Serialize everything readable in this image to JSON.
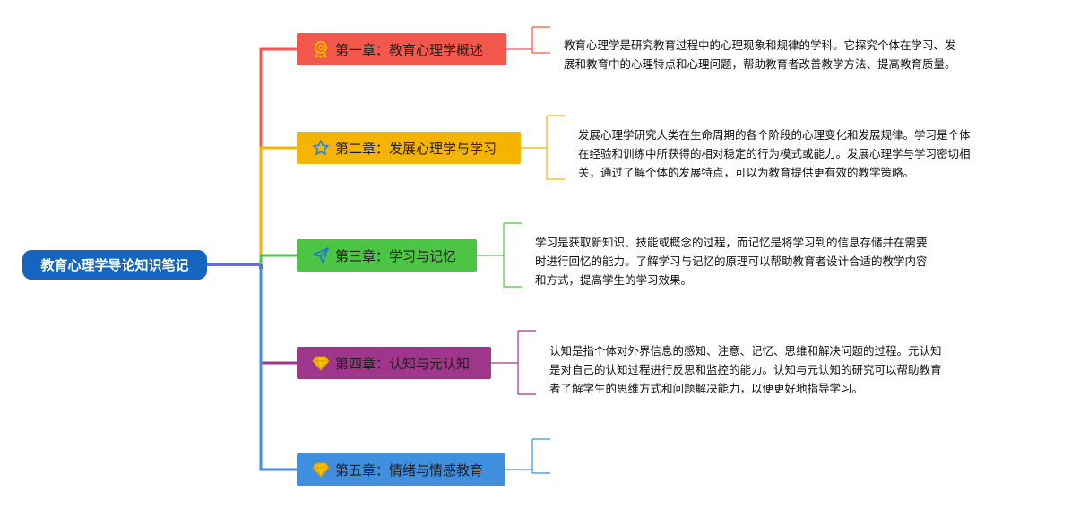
{
  "root": {
    "title": "教育心理学导论知识笔记"
  },
  "chapters": [
    {
      "title": "第一章：教育心理学概述",
      "icon": "ribbon-badge-icon",
      "color": "#f4574b",
      "description": [
        "教育心理学是研究教育过程中的心理现象和规律的学科。它探究个体在学习、发",
        "展和教育中的心理特点和心理问题，帮助教育者改善教学方法、提高教育质量。"
      ]
    },
    {
      "title": "第二章：发展心理学与学习",
      "icon": "star-icon",
      "color": "#f5b400",
      "description": [
        "发展心理学研究人类在生命周期的各个阶段的心理变化和发展规律。学习是个体",
        "在经验和训练中所获得的相对稳定的行为模式或能力。发展心理学与学习密切相",
        "关，通过了解个体的发展特点，可以为教育提供更有效的教学策略。"
      ]
    },
    {
      "title": "第三章：学习与记忆",
      "icon": "paper-plane-icon",
      "color": "#4cc544",
      "description": [
        "学习是获取新知识、技能或概念的过程，而记忆是将学习到的信息存储并在需要",
        "时进行回忆的能力。了解学习与记忆的原理可以帮助教育者设计合适的教学内容",
        "和方式，提高学生的学习效果。"
      ]
    },
    {
      "title": "第四章：认知与元认知",
      "icon": "diamond-icon",
      "color": "#a0368c",
      "description": [
        "认知是指个体对外界信息的感知、注意、记忆、思维和解决问题的过程。元认知",
        "是对自己的认知过程进行反思和监控的能力。认知与元认知的研究可以帮助教育",
        "者了解学生的思维方式和问题解决能力，以便更好地指导学习。"
      ]
    },
    {
      "title": "第五章：情绪与情感教育",
      "icon": "diamond-icon",
      "color": "#3f8fde",
      "description": []
    }
  ]
}
